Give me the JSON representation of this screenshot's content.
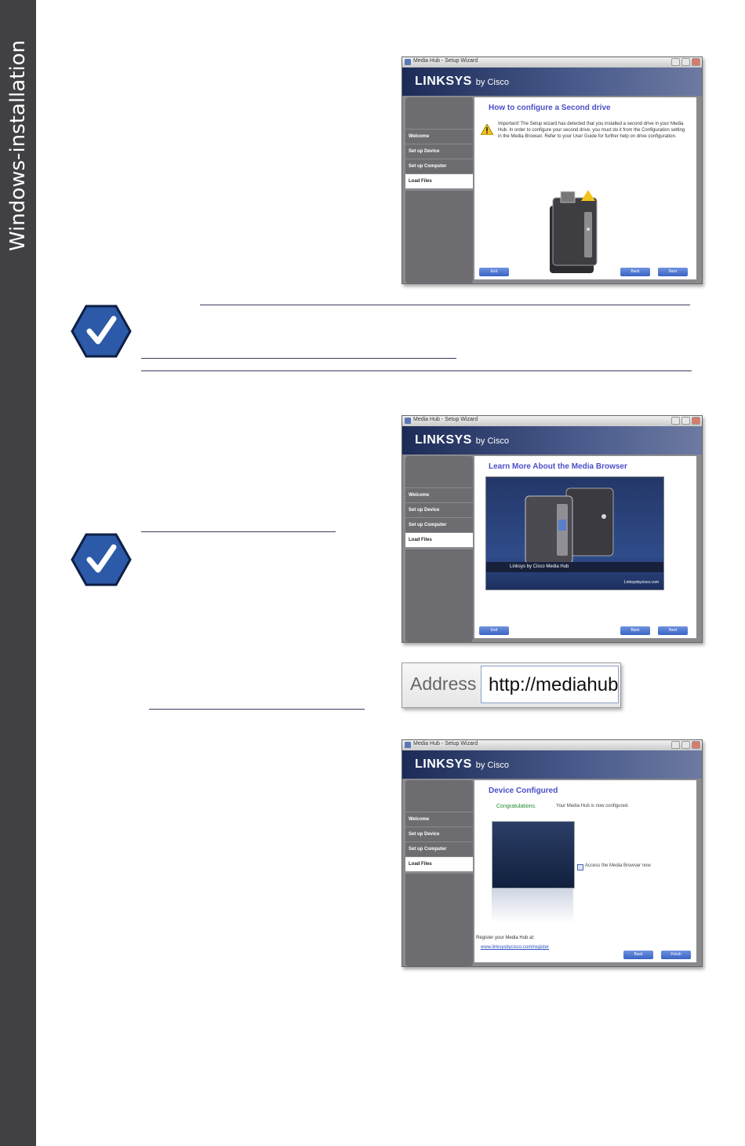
{
  "sidebar": {
    "title": "Windows-installation"
  },
  "wizard_common": {
    "window_title": "Media Hub - Setup Wizard",
    "brand": "LINKSYS",
    "brand_suffix": "by Cisco",
    "nav": [
      "Welcome",
      "Set up Device",
      "Set up Computer",
      "Load Files"
    ],
    "btn_exit": "Exit",
    "btn_back": "Back",
    "btn_next": "Next",
    "btn_finish": "Finish"
  },
  "wizard1": {
    "heading": "How to configure a Second drive",
    "body": "Important! The Setup wizard has detected that you installed a second drive in your Media Hub. In order to configure your second drive, you must do it from the Configuration setting in the Media Browser. Refer to your User Guide for further help on drive configuration."
  },
  "wizard2": {
    "heading": "Learn More About the Media Browser",
    "hero_caption": "Linksys by Cisco Media Hub",
    "hero_logo": "Linksysbycisco.com"
  },
  "wizard3": {
    "heading": "Device Configured",
    "congrats": "Congratulations.",
    "congrats_text": "Your Media Hub is now configured.",
    "checkbox_label": "Access the Media Browser now",
    "register_text": "Register your Media Hub at:",
    "register_link": "www.linksysbycisco.com/register"
  },
  "address_bar": {
    "label": "Address",
    "value": "http://mediahub"
  }
}
